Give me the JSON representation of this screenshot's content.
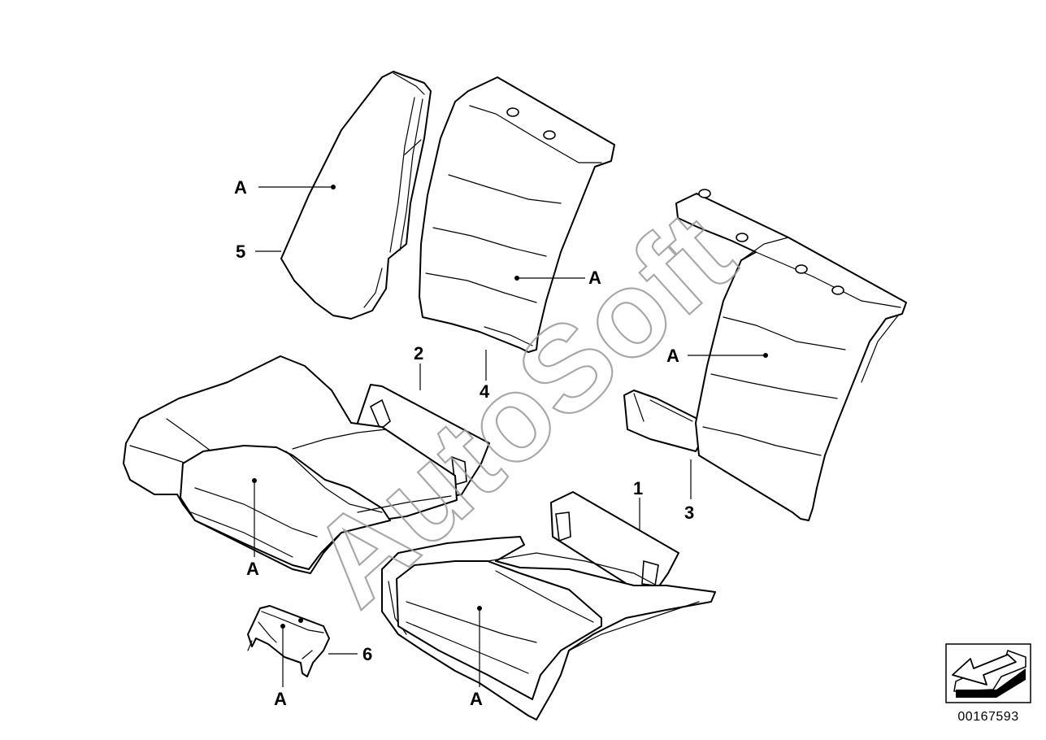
{
  "watermark": {
    "text": "AutoSoft"
  },
  "diagram_ref": "00167593",
  "callouts": [
    {
      "id": "label-5",
      "text": "5"
    },
    {
      "id": "label-a-side-trim",
      "text": "A"
    },
    {
      "id": "label-a-backrest-left",
      "text": "A"
    },
    {
      "id": "label-2",
      "text": "2"
    },
    {
      "id": "label-4",
      "text": "4"
    },
    {
      "id": "label-a-backrest-right",
      "text": "A"
    },
    {
      "id": "label-a-cushion-left",
      "text": "A"
    },
    {
      "id": "label-1",
      "text": "1"
    },
    {
      "id": "label-3",
      "text": "3"
    },
    {
      "id": "label-6",
      "text": "6"
    },
    {
      "id": "label-a-clip",
      "text": "A"
    },
    {
      "id": "label-a-cushion-right",
      "text": "A"
    }
  ],
  "icons": {
    "reference_arrow": "direction-arrow-icon"
  }
}
